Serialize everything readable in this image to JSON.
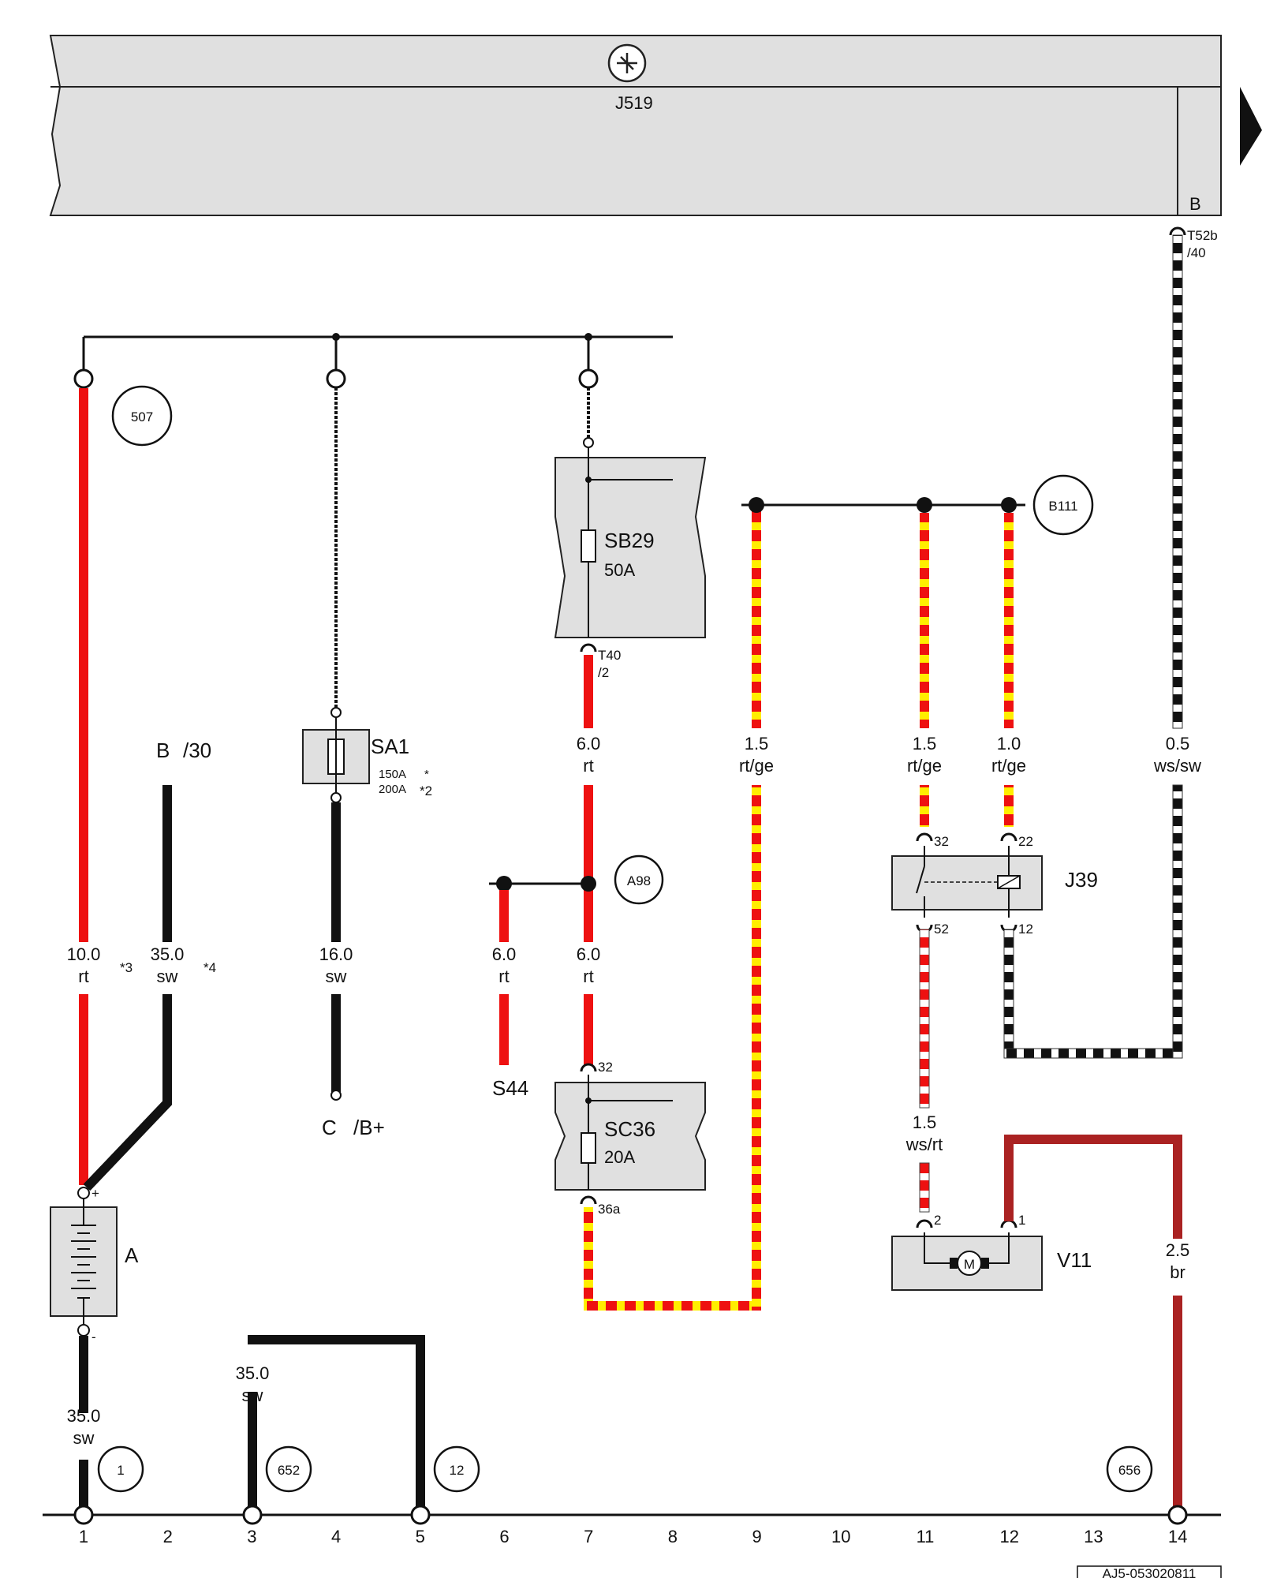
{
  "control_unit": {
    "name": "J519",
    "pin": "B",
    "connector": "T52b",
    "connector_pin": "/40"
  },
  "wires": [
    {
      "gauge": "10.0",
      "color": "rt",
      "note": "*3"
    },
    {
      "gauge": "35.0",
      "color": "sw",
      "note": "*4"
    },
    {
      "gauge": "16.0",
      "color": "sw"
    },
    {
      "gauge": "6.0",
      "color": "rt"
    },
    {
      "gauge": "6.0",
      "color": "rt"
    },
    {
      "gauge": "6.0",
      "color": "rt"
    },
    {
      "gauge": "1.5",
      "color": "rt/ge"
    },
    {
      "gauge": "1.5",
      "color": "rt/ge"
    },
    {
      "gauge": "1.0",
      "color": "rt/ge"
    },
    {
      "gauge": "0.5",
      "color": "ws/sw"
    },
    {
      "gauge": "1.5",
      "color": "ws/rt"
    },
    {
      "gauge": "2.5",
      "color": "br"
    },
    {
      "gauge": "35.0",
      "color": "sw"
    },
    {
      "gauge": "35.0",
      "color": "sw"
    }
  ],
  "components": {
    "battery": "A",
    "battery_plus": "+",
    "battery_minus": "-",
    "fuse_sa1": {
      "name": "SA1",
      "rating1": "150A",
      "note1": "*",
      "rating2": "200A",
      "note2": "*2"
    },
    "fuse_sb29": {
      "name": "SB29",
      "rating": "50A",
      "connector": "T40",
      "connector_pin": "/2"
    },
    "fuse_sc36": {
      "name": "SC36",
      "rating": "20A",
      "pin_top": "32",
      "pin_bottom": "36a"
    },
    "relay_j39": {
      "name": "J39",
      "pins": [
        "32",
        "22",
        "52",
        "12"
      ]
    },
    "motor_v11": {
      "name": "V11",
      "symbol": "M",
      "pins": [
        "2",
        "1"
      ]
    },
    "switch_s44": "S44",
    "terminal_b30": {
      "a": "B",
      "b": "/30"
    },
    "terminal_cb": {
      "a": "C",
      "b": "/B+"
    }
  },
  "circle_refs": [
    "507",
    "B111",
    "A98",
    "1",
    "652",
    "12",
    "656"
  ],
  "ground_ticks": [
    "1",
    "2",
    "3",
    "4",
    "5",
    "6",
    "7",
    "8",
    "9",
    "10",
    "11",
    "12",
    "13",
    "14"
  ],
  "diagram_id": "AJ5-053020811"
}
